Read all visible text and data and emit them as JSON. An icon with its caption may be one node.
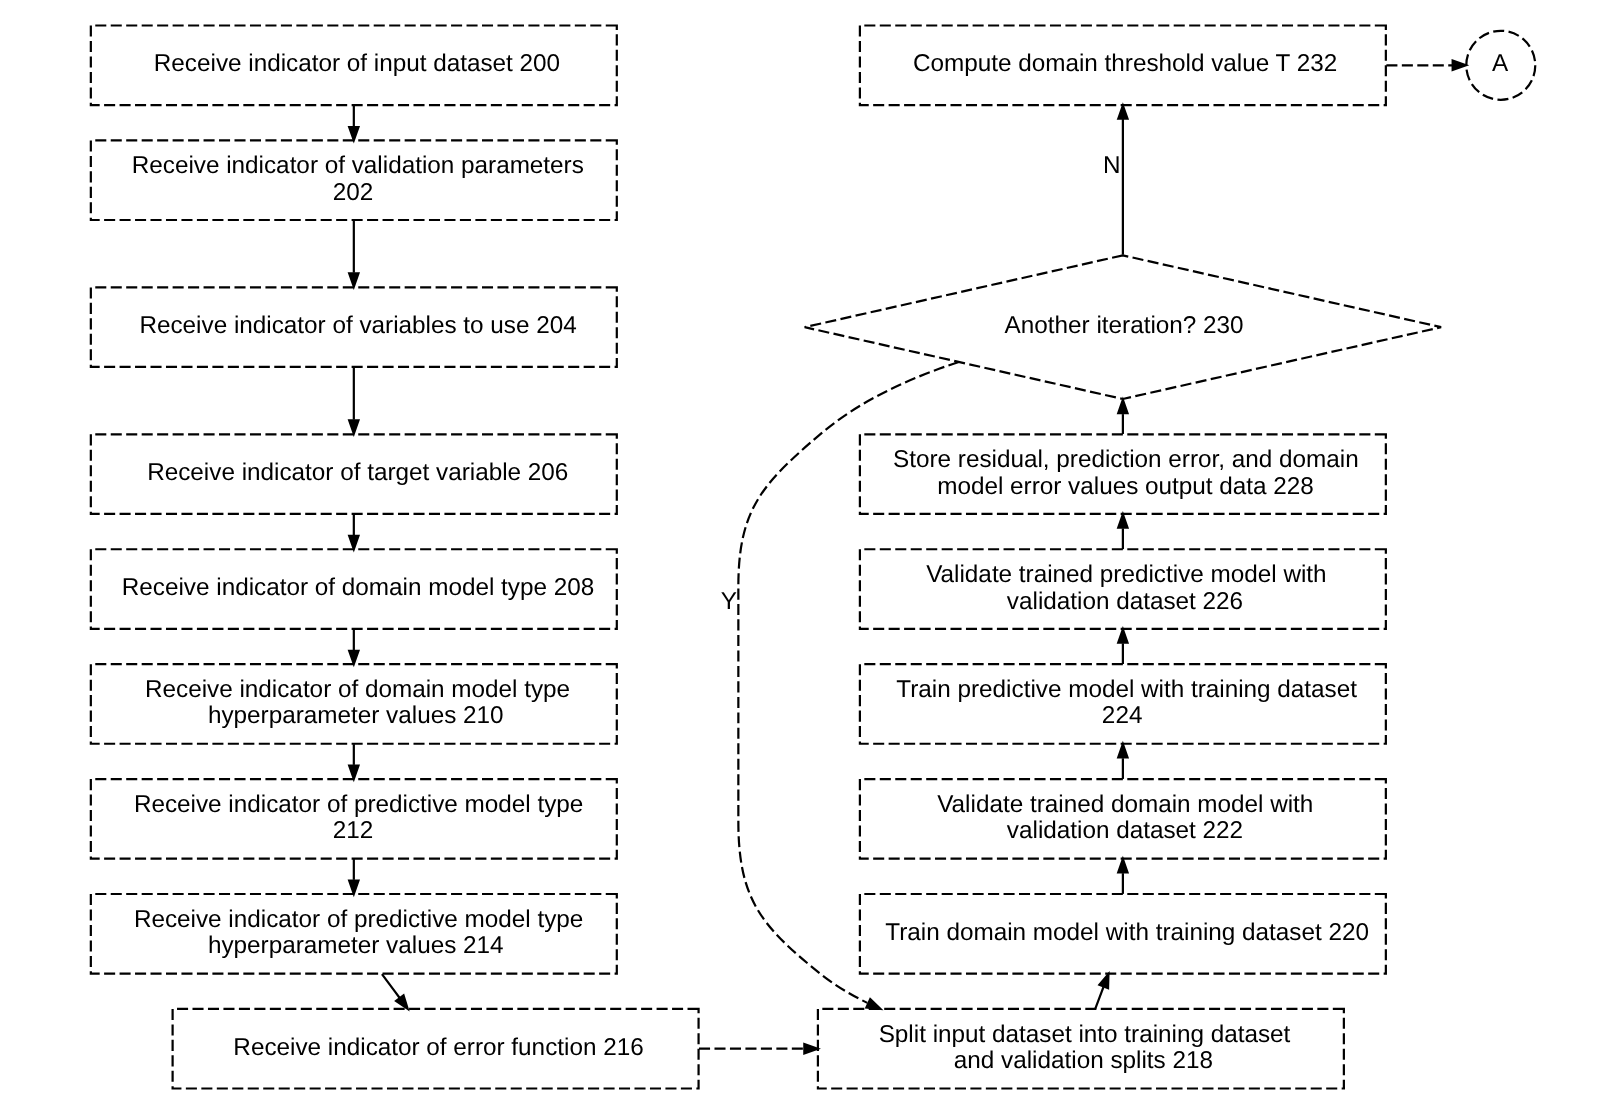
{
  "diagram": {
    "nodes": [
      {
        "text": [
          "Receive indicator of input dataset 200"
        ]
      },
      {
        "text": [
          "Receive indicator of validation parameters 202"
        ]
      },
      {
        "text": [
          "Receive indicator of variables to use 204"
        ]
      },
      {
        "text": [
          "Receive indicator of target variable 206"
        ]
      },
      {
        "text": [
          "Receive indicator of domain model type 208"
        ]
      },
      {
        "text": [
          "Receive indicator of domain model type hyperparameter values 210"
        ]
      },
      {
        "text": [
          "Receive indicator of predictive model type 212"
        ]
      },
      {
        "text": [
          "Receive indicator of predictive model type hyperparameter values 214"
        ]
      },
      {
        "text": [
          "Receive indicator of error function 216"
        ]
      },
      {
        "text": [
          "Split input dataset into training dataset and validation splits 218"
        ]
      },
      {
        "text": [
          "Train domain model with training dataset 220"
        ]
      },
      {
        "text": [
          "Validate trained domain model with validation dataset 222"
        ]
      },
      {
        "text": [
          "Train predictive model with training dataset 224"
        ]
      },
      {
        "text": [
          "Validate trained predictive model with validation dataset 226"
        ]
      },
      {
        "text": [
          "Store residual, prediction error, and domain model error values output data 228"
        ]
      },
      {
        "text": [
          "Another iteration? 230"
        ]
      },
      {
        "text": [
          "Compute domain threshold value T 232"
        ]
      },
      {
        "text": [
          "A"
        ]
      }
    ],
    "edges": [
      {
        "from": 0,
        "to": 1,
        "arrow": "to"
      },
      {
        "from": 1,
        "to": 2,
        "arrow": "to"
      },
      {
        "from": 2,
        "to": 3,
        "arrow": "to"
      },
      {
        "from": 3,
        "to": 4,
        "arrow": "to"
      },
      {
        "from": 4,
        "to": 5,
        "arrow": "to"
      },
      {
        "from": 5,
        "to": 6,
        "arrow": "to"
      },
      {
        "from": 6,
        "to": 7,
        "arrow": "to"
      },
      {
        "from": 7,
        "to": 8,
        "arrow": "to"
      },
      {
        "from": 8,
        "to": 9,
        "arrow": "to",
        "style": "dashed"
      },
      {
        "from": 9,
        "to": 10,
        "arrow": "to"
      },
      {
        "from": 10,
        "to": 11,
        "arrow": "to"
      },
      {
        "from": 11,
        "to": 12,
        "arrow": "to"
      },
      {
        "from": 12,
        "to": 13,
        "arrow": "to"
      },
      {
        "from": 13,
        "to": 14,
        "arrow": "to"
      },
      {
        "from": 14,
        "to": 15,
        "arrow": "to"
      },
      {
        "from": 15,
        "to": 16,
        "arrow": "to",
        "label": "N"
      },
      {
        "from": 15,
        "to": 9,
        "arrow": "to",
        "label": "Y",
        "style": "dashed"
      },
      {
        "from": 16,
        "to": 17,
        "arrow": "to",
        "style": "dashed"
      }
    ]
  }
}
